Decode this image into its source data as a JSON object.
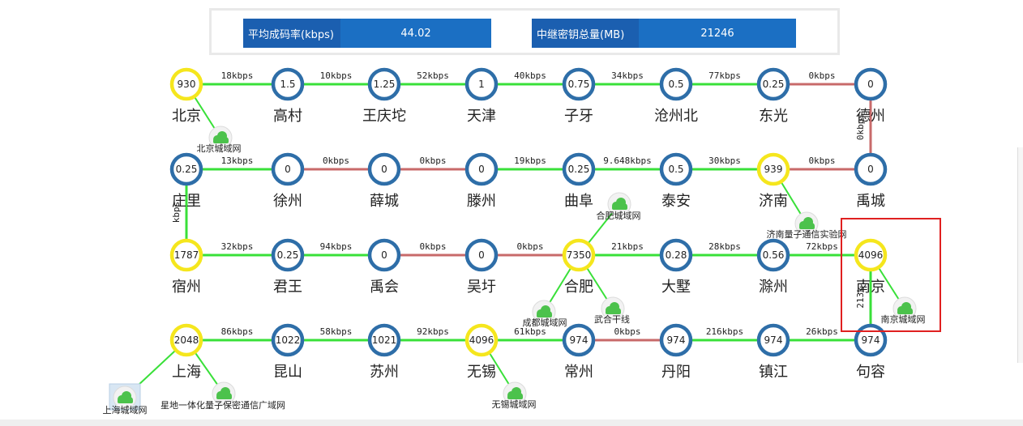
{
  "stats": {
    "avg_rate_label": "平均成码率(kbps)",
    "avg_rate_value": "44.02",
    "total_key_label": "中继密钥总量(MB)",
    "total_key_value": "21246"
  },
  "colors": {
    "node_blue": "#2e6ea8",
    "node_yellow": "#f5e61d",
    "link_green": "#39e039",
    "link_red": "#c86a6a",
    "highlight_red": "#e02020",
    "stat_blue": "#1b6fc3"
  },
  "nodes": [
    {
      "id": "beijing",
      "name": "北京",
      "value": "930",
      "type": "yellow"
    },
    {
      "id": "gaocun",
      "name": "高村",
      "value": "1.5",
      "type": "blue"
    },
    {
      "id": "wangqingtuo",
      "name": "王庆坨",
      "value": "1.25",
      "type": "blue"
    },
    {
      "id": "tianjin",
      "name": "天津",
      "value": "1",
      "type": "blue"
    },
    {
      "id": "ziya",
      "name": "子牙",
      "value": "0.75",
      "type": "blue"
    },
    {
      "id": "cangzhoubei",
      "name": "沧州北",
      "value": "0.5",
      "type": "blue"
    },
    {
      "id": "dongguang",
      "name": "东光",
      "value": "0.25",
      "type": "blue"
    },
    {
      "id": "dezhou",
      "name": "德州",
      "value": "0",
      "type": "blue"
    },
    {
      "id": "zhuangli",
      "name": "庄里",
      "value": "0.25",
      "type": "blue"
    },
    {
      "id": "xuzhou",
      "name": "徐州",
      "value": "0",
      "type": "blue"
    },
    {
      "id": "xuecheng",
      "name": "薛城",
      "value": "0",
      "type": "blue"
    },
    {
      "id": "tengzhou",
      "name": "滕州",
      "value": "0",
      "type": "blue"
    },
    {
      "id": "qufu",
      "name": "曲阜",
      "value": "0.25",
      "type": "blue"
    },
    {
      "id": "taian",
      "name": "泰安",
      "value": "0.5",
      "type": "blue"
    },
    {
      "id": "jinan",
      "name": "济南",
      "value": "939",
      "type": "yellow"
    },
    {
      "id": "yucheng",
      "name": "禹城",
      "value": "0",
      "type": "blue"
    },
    {
      "id": "suzhou_ah",
      "name": "宿州",
      "value": "1787",
      "type": "yellow"
    },
    {
      "id": "junwang",
      "name": "君王",
      "value": "0.25",
      "type": "blue"
    },
    {
      "id": "yuhui",
      "name": "禹会",
      "value": "0",
      "type": "blue"
    },
    {
      "id": "wuyu",
      "name": "吴圩",
      "value": "0",
      "type": "blue"
    },
    {
      "id": "hefei",
      "name": "合肥",
      "value": "7350",
      "type": "yellow"
    },
    {
      "id": "dashu",
      "name": "大墅",
      "value": "0.28",
      "type": "blue"
    },
    {
      "id": "chuzhou",
      "name": "滁州",
      "value": "0.56",
      "type": "blue"
    },
    {
      "id": "nanjing",
      "name": "南京",
      "value": "4096",
      "type": "yellow"
    },
    {
      "id": "shanghai",
      "name": "上海",
      "value": "2048",
      "type": "yellow"
    },
    {
      "id": "kunshan",
      "name": "昆山",
      "value": "1022",
      "type": "blue"
    },
    {
      "id": "suzhou",
      "name": "苏州",
      "value": "1021",
      "type": "blue"
    },
    {
      "id": "wuxi",
      "name": "无锡",
      "value": "4096",
      "type": "yellow"
    },
    {
      "id": "changzhou",
      "name": "常州",
      "value": "974",
      "type": "blue"
    },
    {
      "id": "danyang",
      "name": "丹阳",
      "value": "974",
      "type": "blue"
    },
    {
      "id": "zhenjiang",
      "name": "镇江",
      "value": "974",
      "type": "blue"
    },
    {
      "id": "jurong",
      "name": "句容",
      "value": "974",
      "type": "blue"
    }
  ],
  "links": [
    {
      "from": "beijing",
      "to": "gaocun",
      "rate": "18kbps",
      "status": "green"
    },
    {
      "from": "gaocun",
      "to": "wangqingtuo",
      "rate": "10kbps",
      "status": "green"
    },
    {
      "from": "wangqingtuo",
      "to": "tianjin",
      "rate": "52kbps",
      "status": "green"
    },
    {
      "from": "tianjin",
      "to": "ziya",
      "rate": "40kbps",
      "status": "green"
    },
    {
      "from": "ziya",
      "to": "cangzhoubei",
      "rate": "34kbps",
      "status": "green"
    },
    {
      "from": "cangzhoubei",
      "to": "dongguang",
      "rate": "77kbps",
      "status": "green"
    },
    {
      "from": "dongguang",
      "to": "dezhou",
      "rate": "0kbps",
      "status": "red"
    },
    {
      "from": "dezhou",
      "to": "yucheng",
      "rate": "0kbps",
      "status": "red"
    },
    {
      "from": "zhuangli",
      "to": "xuzhou",
      "rate": "13kbps",
      "status": "green"
    },
    {
      "from": "xuzhou",
      "to": "xuecheng",
      "rate": "0kbps",
      "status": "red"
    },
    {
      "from": "xuecheng",
      "to": "tengzhou",
      "rate": "0kbps",
      "status": "red"
    },
    {
      "from": "tengzhou",
      "to": "qufu",
      "rate": "19kbps",
      "status": "green"
    },
    {
      "from": "qufu",
      "to": "taian",
      "rate": "9.648kbps",
      "status": "green"
    },
    {
      "from": "taian",
      "to": "jinan",
      "rate": "30kbps",
      "status": "green"
    },
    {
      "from": "jinan",
      "to": "yucheng",
      "rate": "0kbps",
      "status": "red"
    },
    {
      "from": "zhuangli",
      "to": "suzhou_ah",
      "rate": "kbps",
      "status": "green"
    },
    {
      "from": "suzhou_ah",
      "to": "junwang",
      "rate": "32kbps",
      "status": "green"
    },
    {
      "from": "junwang",
      "to": "yuhui",
      "rate": "94kbps",
      "status": "green"
    },
    {
      "from": "yuhui",
      "to": "wuyu",
      "rate": "0kbps",
      "status": "red"
    },
    {
      "from": "wuyu",
      "to": "hefei",
      "rate": "0kbps",
      "status": "red"
    },
    {
      "from": "hefei",
      "to": "dashu",
      "rate": "21kbps",
      "status": "green"
    },
    {
      "from": "dashu",
      "to": "chuzhou",
      "rate": "28kbps",
      "status": "green"
    },
    {
      "from": "chuzhou",
      "to": "nanjing",
      "rate": "72kbps",
      "status": "green"
    },
    {
      "from": "nanjing",
      "to": "jurong",
      "rate": "213k",
      "status": "green"
    },
    {
      "from": "shanghai",
      "to": "kunshan",
      "rate": "86kbps",
      "status": "green"
    },
    {
      "from": "kunshan",
      "to": "suzhou",
      "rate": "58kbps",
      "status": "green"
    },
    {
      "from": "suzhou",
      "to": "wuxi",
      "rate": "92kbps",
      "status": "green"
    },
    {
      "from": "wuxi",
      "to": "changzhou",
      "rate": "61kbps",
      "status": "green"
    },
    {
      "from": "changzhou",
      "to": "danyang",
      "rate": "0kbps",
      "status": "red"
    },
    {
      "from": "danyang",
      "to": "zhenjiang",
      "rate": "216kbps",
      "status": "green"
    },
    {
      "from": "zhenjiang",
      "to": "jurong",
      "rate": "26kbps",
      "status": "green"
    }
  ],
  "clouds": [
    {
      "id": "bj-cloud",
      "node": "beijing",
      "label": "北京城域网"
    },
    {
      "id": "jn-cloud",
      "node": "jinan",
      "label": "济南量子通信实验网"
    },
    {
      "id": "hf-cloud",
      "node": "hefei",
      "label": "合肥城域网"
    },
    {
      "id": "cd-cloud",
      "node": "hefei",
      "label": "成都城域网"
    },
    {
      "id": "wh-cloud",
      "node": "hefei",
      "label": "武合干线"
    },
    {
      "id": "nj-cloud",
      "node": "nanjing",
      "label": "南京城域网"
    },
    {
      "id": "sh-cloud",
      "node": "shanghai",
      "label": "上海城域网"
    },
    {
      "id": "xd-cloud",
      "node": "shanghai",
      "label": "星地一体化量子保密通信广域网"
    },
    {
      "id": "wx-cloud",
      "node": "wuxi",
      "label": "无锡城域网"
    }
  ]
}
